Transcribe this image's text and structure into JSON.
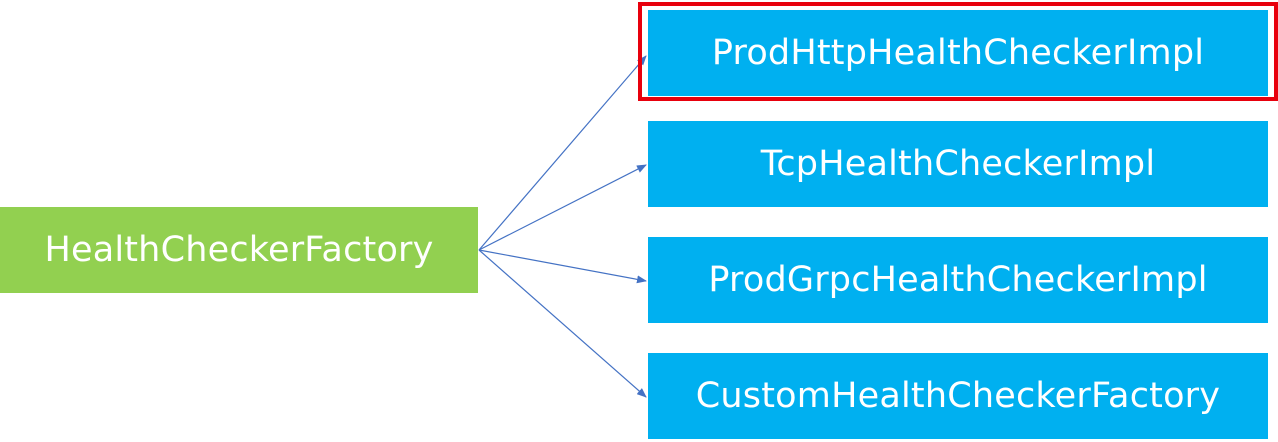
{
  "colors": {
    "source_fill": "#92d050",
    "target_fill": "#00b0f0",
    "edge": "#4472c4",
    "highlight": "#e8000d"
  },
  "source": {
    "label": "HealthCheckerFactory"
  },
  "targets": [
    {
      "label": "ProdHttpHealthCheckerImpl",
      "highlighted": true
    },
    {
      "label": "TcpHealthCheckerImpl",
      "highlighted": false
    },
    {
      "label": "ProdGrpcHealthCheckerImpl",
      "highlighted": false
    },
    {
      "label": "CustomHealthCheckerFactory",
      "highlighted": false
    }
  ]
}
